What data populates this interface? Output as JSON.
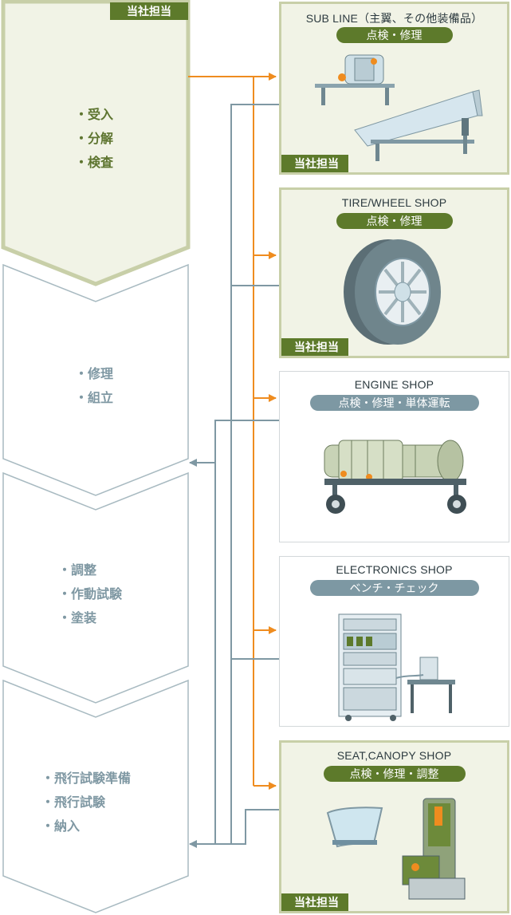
{
  "colors": {
    "accent_green": "#5d7a2b",
    "light_green": "#c8cfa8",
    "grey_line": "#7f98a3",
    "arrow": "#ef8c1f"
  },
  "in_house_tag": "当社担当",
  "process_steps": [
    {
      "items": [
        "・受入",
        "・分解",
        "・検査"
      ],
      "theme": "green"
    },
    {
      "items": [
        "・修理",
        "・組立"
      ],
      "theme": "grey"
    },
    {
      "items": [
        "・調整",
        "・作動試験",
        "・塗装"
      ],
      "theme": "grey"
    },
    {
      "items": [
        "・飛行試験準備",
        "・飛行試験",
        "・納入"
      ],
      "theme": "grey"
    }
  ],
  "shops": [
    {
      "title": "SUB LINE（主翼、その他装備品）",
      "task": "点検・修理",
      "in_house": true,
      "illustration": "subline-equipment-icon"
    },
    {
      "title": "TIRE/WHEEL SHOP",
      "task": "点検・修理",
      "in_house": true,
      "illustration": "tire-wheel-icon"
    },
    {
      "title": "ENGINE SHOP",
      "task": "点検・修理・単体運転",
      "in_house": false,
      "illustration": "jet-engine-icon"
    },
    {
      "title": "ELECTRONICS SHOP",
      "task": "ベンチ・チェック",
      "in_house": false,
      "illustration": "electronics-rack-icon"
    },
    {
      "title": "SEAT,CANOPY SHOP",
      "task": "点検・修理・調整",
      "in_house": true,
      "illustration": "ejection-seat-canopy-icon"
    }
  ]
}
